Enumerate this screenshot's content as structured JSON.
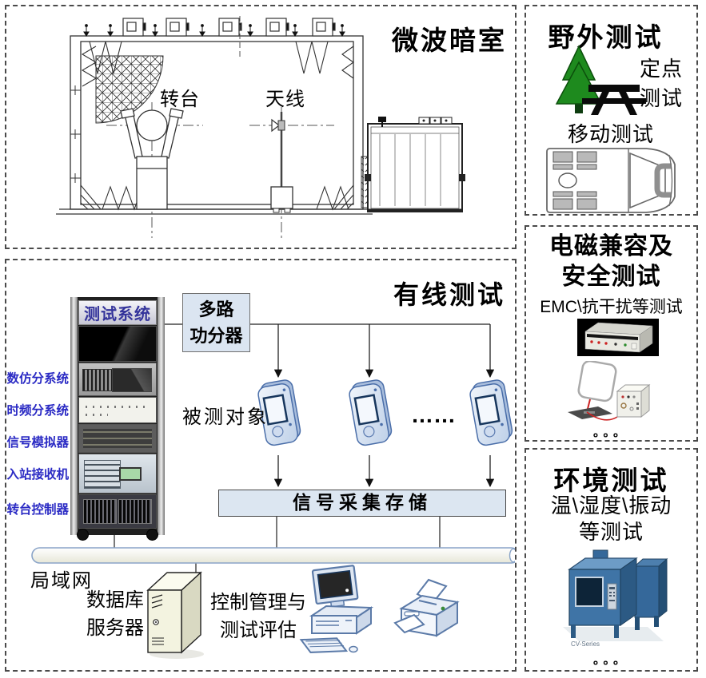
{
  "anechoic": {
    "title": "微波暗室",
    "turntable_label": "转台",
    "antenna_label": "天线"
  },
  "wired": {
    "title": "有线测试",
    "rack": {
      "title": "测试系统",
      "side_labels": [
        "数仿分系统",
        "时频分系统",
        "信号模拟器",
        "入站接收机",
        "转台控制器"
      ]
    },
    "splitter": {
      "line1": "多路",
      "line2": "功分器"
    },
    "dut_label": "被测对象",
    "dut_ellipsis": "……",
    "storage_bar": "信号采集存储",
    "lan_label": "局域网",
    "db_server": {
      "line1": "数据库",
      "line2": "服务器"
    },
    "control": {
      "line1": "控制管理与",
      "line2": "测试评估"
    }
  },
  "field": {
    "title": "野外测试",
    "fixed": {
      "line1": "定点",
      "line2": "测试"
    },
    "mobile_label": "移动测试"
  },
  "emc": {
    "title_line1": "电磁兼容及",
    "title_line2": "安全测试",
    "subtitle": "EMC\\抗干扰等测试",
    "dots": "。。。"
  },
  "env": {
    "title": "环境测试",
    "subtitle_line1": "温\\湿度\\振动",
    "subtitle_line2": "等测试",
    "device_label": "CV-Series",
    "dots": "。。。"
  },
  "colors": {
    "label_blue": "#2a2ac4",
    "rack_title_blue": "#34349b",
    "box_fill_blue": "#dce6f1",
    "lan_border": "#8aa4c8",
    "tree_green": "#1e8a1e",
    "chamber_blue": "#3f74a6"
  },
  "icons": [
    "tree-icon",
    "picnic-table-icon",
    "truck-top-view-icon",
    "pda-device-icon",
    "server-tower-icon",
    "desktop-computer-icon",
    "printer-icon",
    "emc-generator-photo",
    "loop-antenna-photo",
    "env-chamber-photo"
  ]
}
